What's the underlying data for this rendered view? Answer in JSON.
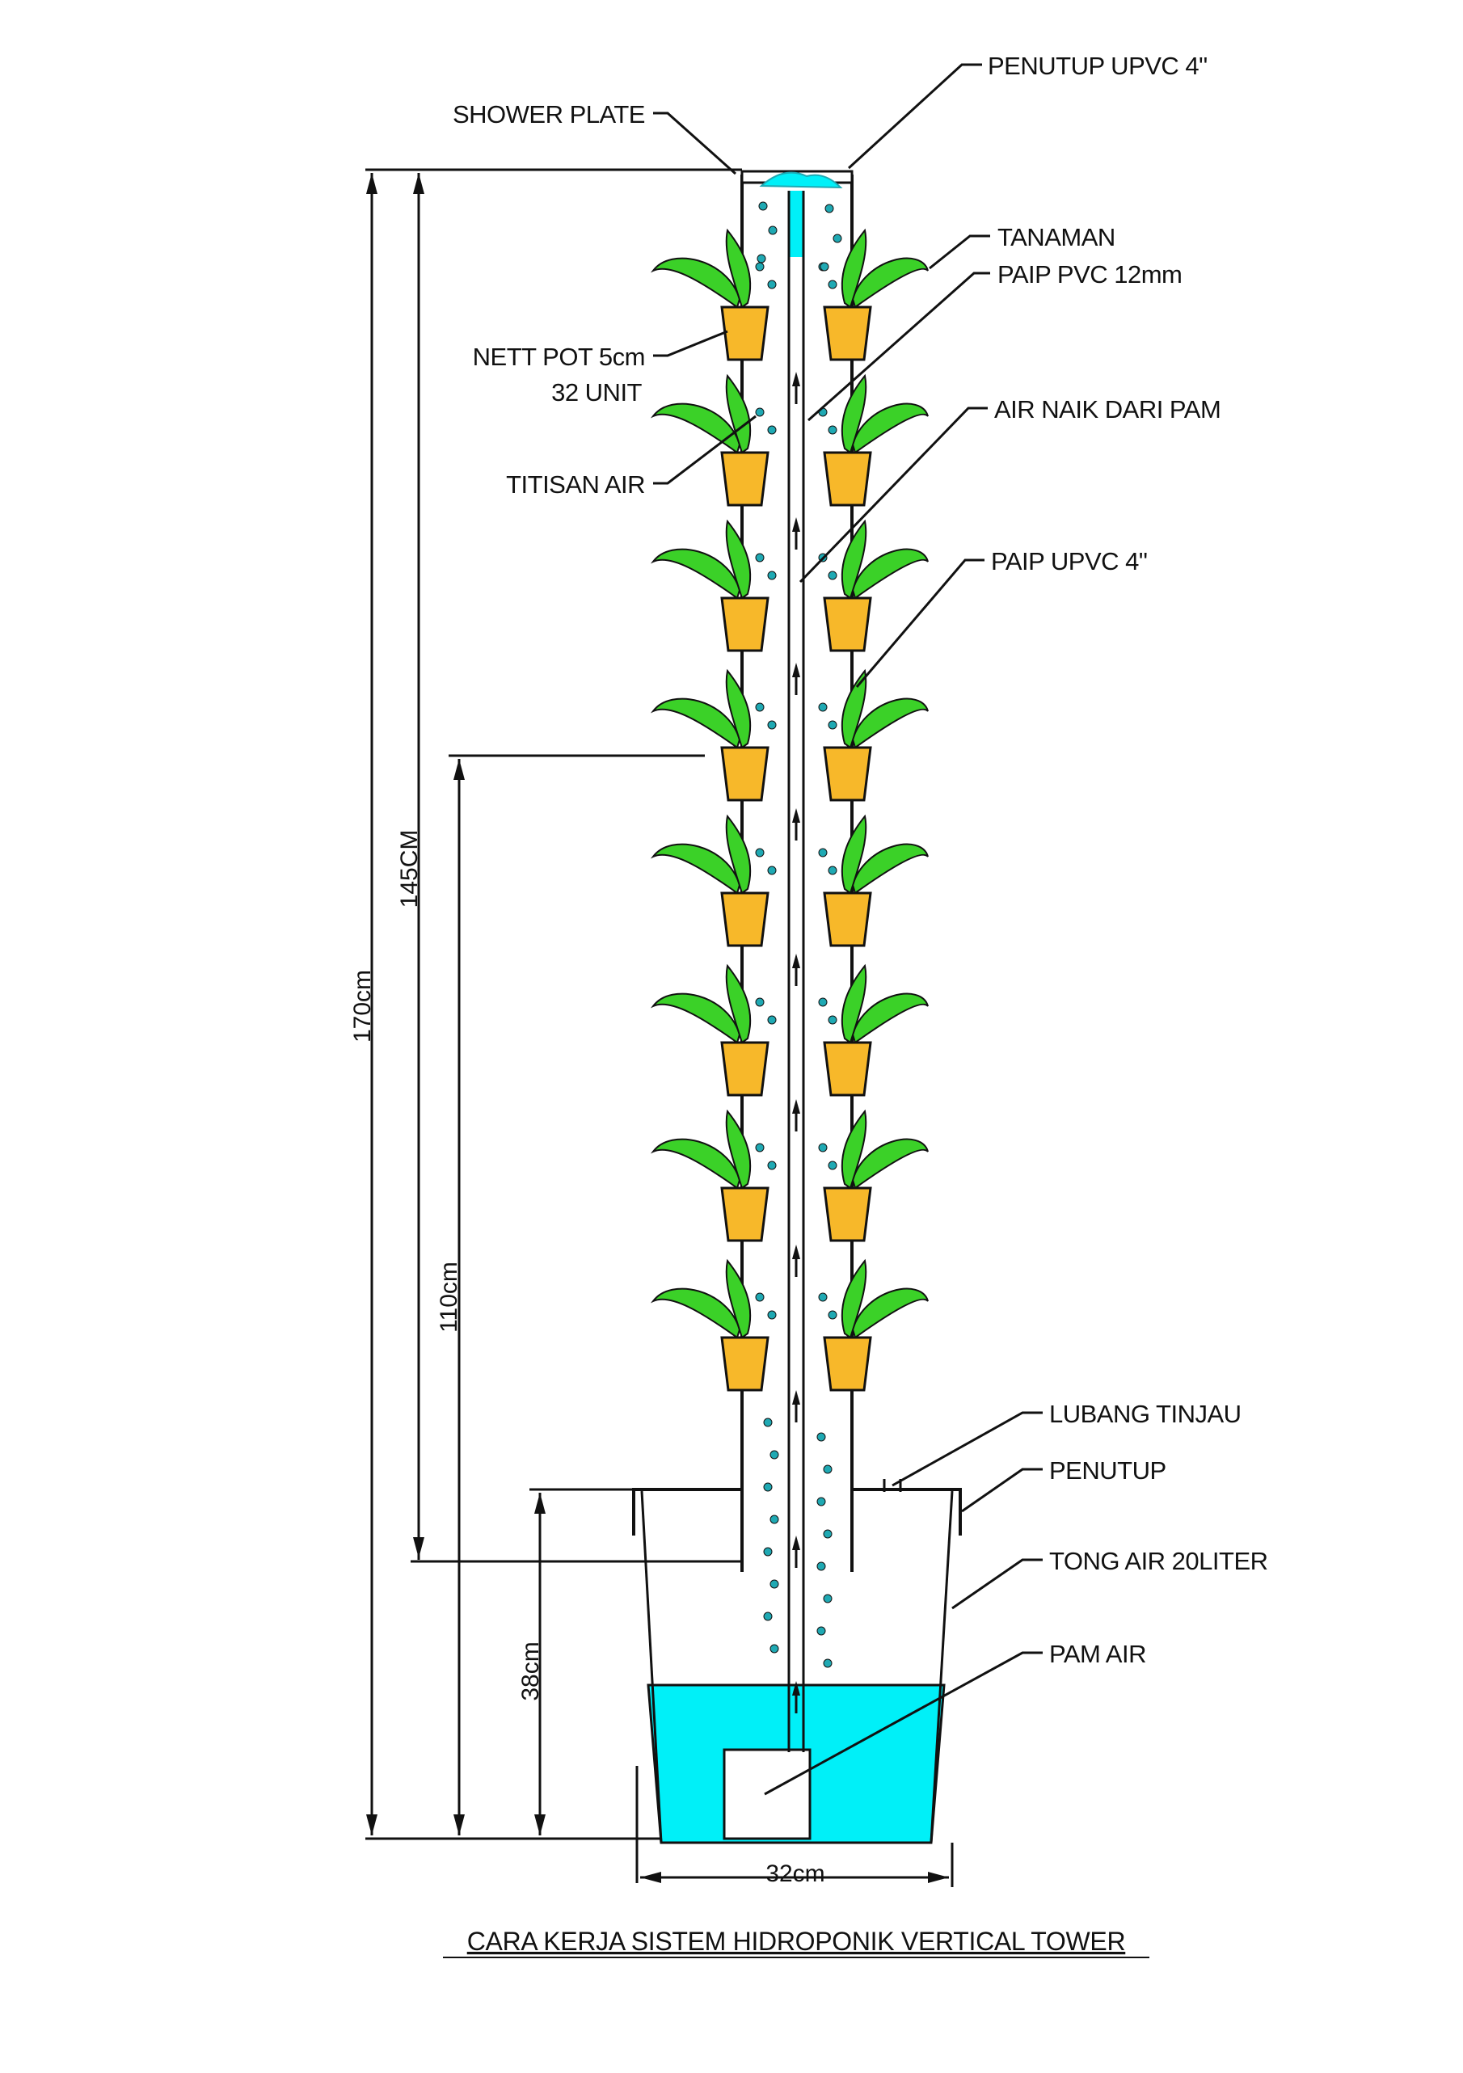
{
  "diagram": {
    "title": "CARA KERJA SISTEM HIDROPONIK VERTICAL TOWER",
    "labels": {
      "penutup_upvc": "PENUTUP UPVC 4\"",
      "shower_plate": "SHOWER PLATE",
      "tanaman": "TANAMAN",
      "paip_pvc": "PAIP PVC 12mm",
      "nett_pot_line1": "NETT POT 5cm",
      "nett_pot_line2": "32 UNIT",
      "air_naik": "AIR NAIK DARI PAM",
      "titisan_air": "TITISAN AIR",
      "paip_upvc": "PAIP UPVC 4\"",
      "lubang_tinjau": "LUBANG TINJAU",
      "penutup": "PENUTUP",
      "tong_air": "TONG AIR 20LITER",
      "pam_air": "PAM AIR"
    },
    "dimensions": {
      "total_height": "170cm",
      "pipe_height": "145CM",
      "plant_zone_height": "110cm",
      "tank_height": "38cm",
      "tank_width": "32cm"
    },
    "colors": {
      "water": "#00F0F8",
      "pot": "#F7B82A",
      "leaf": "#3BD128",
      "droplet": "#1FA9B3",
      "line": "#111111"
    }
  }
}
